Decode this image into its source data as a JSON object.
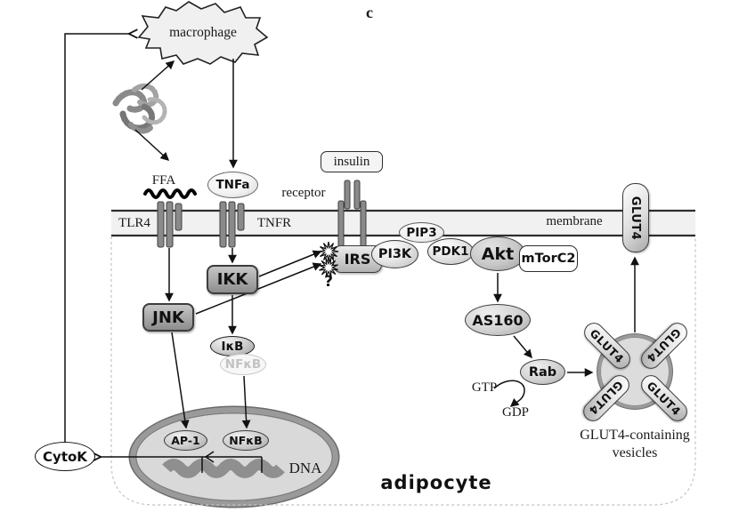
{
  "figure": {
    "panel_label": "c",
    "cell_label": "adipocyte",
    "membrane_label": "membrane",
    "question_mark": "?",
    "vesicle_caption_line1": "GLUT4-containing",
    "vesicle_caption_line2": "vesicles",
    "dna_label": "DNA"
  },
  "extracellular": {
    "macrophage": "macrophage",
    "ffa": "FFA",
    "tnfa": "TNFa",
    "insulin": "insulin",
    "receptor_label": "receptor"
  },
  "receptors": {
    "tlr4": "TLR4",
    "tnfr": "TNFR"
  },
  "signaling": {
    "irs": "IRS",
    "pi3k": "PI3K",
    "pip3": "PIP3",
    "pdk1": "PDK1",
    "akt": "Akt",
    "mtorc2": "mTorC2",
    "as160": "AS160",
    "rab": "Rab",
    "gtp": "GTP",
    "gdp": "GDP",
    "ikk": "IKK",
    "jnk": "JNK",
    "ikb": "IκB",
    "nfkb_cytoplasm": "NFκB"
  },
  "nucleus": {
    "ap1": "AP-1",
    "nfkb": "NFκB",
    "cytok": "CytoK"
  },
  "glut4": {
    "label": "GLUT4"
  },
  "colors": {
    "membrane_fill": "#f1f1f1",
    "membrane_line": "#2e2e2e",
    "nucleus_fill": "#d9d9d9",
    "nucleus_ring": "#9a9a9a",
    "dark_node": "#8d8d8d",
    "light_node": "#e7e7e7",
    "arrow": "#111111",
    "cell_boundary": "#c2c2c2",
    "dna_band": "#8f8f8f"
  }
}
